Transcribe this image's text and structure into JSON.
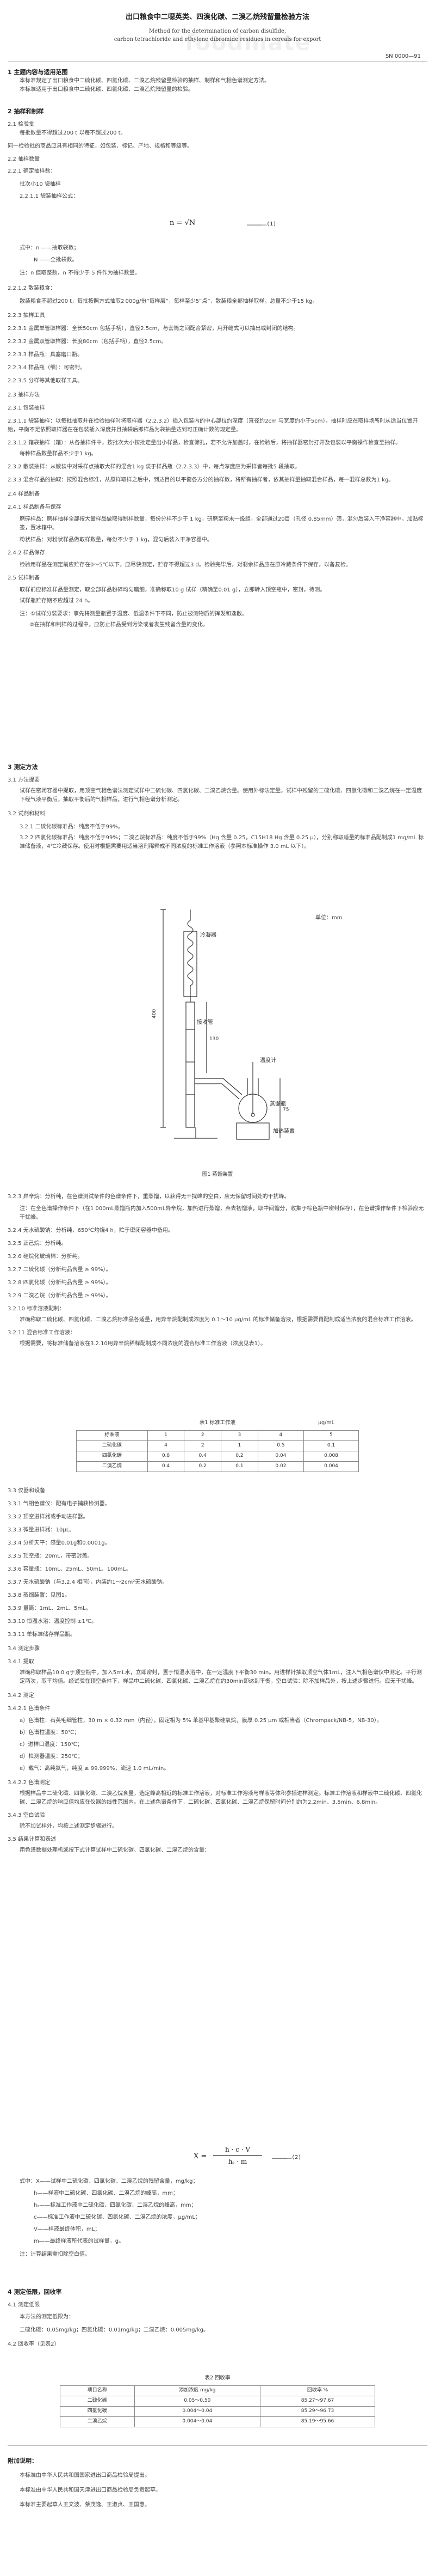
{
  "header": {
    "title_cn": "出口粮食中二噁英类、四溴化碳、二溴乙烷残留量检验方法",
    "title_en": "Method for the determination of carbon disulfide,\ncarbon tetrachloride and ethylene dibromide residues in cereals for export",
    "std_no": "SN 0000—91",
    "watermark": "foodmate"
  },
  "sections": [
    {
      "id": "s1",
      "heading": "1  主题内容与适用范围",
      "lines": [
        "本标准规定了出口粮食中二硫化碳、四氯化碳、二溴乙烷残留量检验的抽样、制样和气相色谱测定方法。",
        "本标准适用于出口粮食中二硫化碳、四氯化碳、二溴乙烷残留量的检验。"
      ]
    },
    {
      "id": "s2",
      "heading": "2  抽样和制样",
      "lines": [
        "2.1  检验批",
        "每批数量不得超过200 t 以每不超过200 t。",
        "同一检验批的商品应具有相同的特征，如包装、标记、产地、规格和等级等。",
        "2.2  抽样数量",
        "2.2.1  确定抽样数：",
        "批次小10 袋抽样",
        "2.2.1.1  袋装抽样公式："
      ]
    }
  ],
  "formula1": {
    "text": "n = √N",
    "num": "………………(1)"
  },
  "formula1_vars": [
    "式中：n ——抽取袋数；",
    "N ——全批袋数。",
    "注：n 值取整数，n 不得少于 5 件作为抽样数量。",
    "2.2.1.2  散装粮食：",
    "散装粮食不超过200 t，每批按照方式抽取2 000g/份“每样层”，每样至少5“点”，散装粮全部抽样取样，总量不少于15 kg。",
    "2.2.3  抽样工具",
    "2.2.3.1  金属单管取样器：全长50cm 包括手柄），直径2.5cm，与套筒之间配合紧密，用开缝式可以抽出或封闭的结构。",
    "2.2.3.2  金属双管取样器：长度80cm（包括手柄），直径2.5cm。",
    "2.2.3.3  样品瓶：具塞磨口瓶。",
    "2.2.3.4  样品瓶（细）：可密封。",
    "2.2.3.5  分样等其他取样工具。",
    "2.3  抽样方法",
    "2.3.1  包装抽样",
    "2.3.1.1  袋装抽样：以每批抽取并在检验抽样时将取样器（2.2.3.2）插入包装内的中心部位约深度（直径约2cm 与宽度约小于5cm），抽样时应在取样场所时从适当位置开始，平衡不足依照取样器在在包装插入深度并且抽袋后即样品为袋抽量达到可正确计数的规定量。",
    "2.3.1.2  箱袋抽样（箱）：从各抽样件中，按批次大小按批定量出小样品，检查筛孔，若不允许加盖时，在检验后，将抽样器密封打开及包装以平衡操作检查至抽样。",
    "每种样品数量样品不少于1 kg。",
    "2.3.2  散装抽样：从散装中对采样点抽取大样的混合1 kg 装于样品瓶（2.2.3.3）中，每点深度应为采样者每批5 段抽取。",
    "2.3.3  混合样品的抽取：按照混合标准，从原样取样之后中，到达目的以平衡各方分的抽样数，将所有抽样者，依其抽样量抽取混合样品，每一混样总数为1 kg。",
    "2.4  样品制备",
    "2.4.1  样品制备与保存",
    "磨碎样品：磨样抽样全部按大量样品做取得制样数量，每份分样不少于 1 kg，研磨至粉末一级组，全部通过20目（孔径 0.85mm）筛，混匀后装入干净容器中，加贴标签，置冰箱中。",
    "粉状样品：对粉状样品做取样数量，每份不少于 1 kg，混匀后装入干净容器中。",
    "2.4.2  样品保存",
    "检验用样品在测定前应贮存在0～5℃以下，应尽快测定，贮存不得超过3 d。检验完毕后，对剩余样品应在原冷藏条件下保存，以备复检。",
    "2.5  试样制备",
    "取样前应标准样品量测定，取全部样品粉碎均匀磨细，准确称取10 g 试样（精确至0.01 g），立即转入顶空瓶中，密封，待测。",
    "试样瓶贮存期不应超过 24 h。",
    "注：①试样分装要求：事先将测量瓶置于温度、低温条件下不同，防止被测物质的挥发和逸散。",
    "②在抽样和制样的过程中，应防止样品受到污染或者发生残留含量的变化。"
  ],
  "s3": {
    "heading": "3  测定方法",
    "lines": [
      "3.1  方法提要",
      "试样在密闭容器中提取，用顶空气相色谱法测定试样中二硫化碳、四氯化碳、二溴乙烷含量。使用外标法定量。试样中残留的二硫化碳、四氯化碳和二溴乙烷在一定温度下经气液平衡后，抽取平衡后的气相样品，进行气相色谱分析测定。",
      "3.2  试剂和材料",
      "3.2.1  二硫化碳标准品：纯度不低于99%。",
      "3.2.2  四氯化碳标准品：纯度不低于99%；二溴乙烷标准品：纯度不低于99%（Hg 含量 0.25，C15H18 Hg 含量 0.25 μ），分别称取适量的标准品配制成1 mg/mL 标准储备液，4℃冷藏保存。使用时根据需要用适当溶剂稀释成不同浓度的标准工作溶液（参照本标准操作 3.0 mL 以下）。"
    ]
  },
  "figure1": {
    "unit": "单位：mm",
    "labels": [
      "冷凝器",
      "接收管",
      "蒸馏瓶",
      "温度计",
      "加热装置"
    ],
    "caption": "图1  蒸馏装置",
    "dims": [
      "400",
      "130",
      "75"
    ]
  },
  "s3b_lines": [
    "3.2.3  异辛烷：分析纯，在色谱测试条件的色谱条件下，重蒸馏，以获得无干扰峰的空白，应无保留时间处的干扰峰。",
    "注：在全色谱操作条件下（在1 000mL蒸馏瓶内加入500mL异辛烷，加热进行蒸馏，弃去初馏液，取中间馏分，收集于棕色瓶中密封保存），在色谱操作条件下检验应无干扰峰。",
    "3.2.4  无水硫酸钠：分析纯，650℃灼烧4 h，贮于密闭容器中备用。",
    "3.2.5  正己烷：分析纯。",
    "3.2.6  硅烷化玻璃棉：分析纯。",
    "3.2.7  二硫化碳（分析纯品含量 ≥ 99%）。",
    "3.2.8  四氯化碳（分析纯品含量 ≥ 99%）。",
    "3.2.9  二溴乙烷（分析纯品含量 ≥ 99%）。",
    "3.2.10  标准溶液配制：",
    "准确称取二硫化碳、四氯化碳、二溴乙烷标准品各适量，用异辛烷配制成浓度为 0.1～10 μg/mL 的标准储备溶液，根据需要再配制成适当浓度的混合标准工作溶液。",
    "3.2.11  混合标准工作溶液：",
    "根据需要，将标准储备溶液在3.2.10用异辛烷稀释配制成不同浓度的混合标准工作溶液（浓度见表1）。"
  ],
  "table1": {
    "title": "表1  标准工作液",
    "unit": "μg/mL",
    "header": [
      "标准液",
      "1",
      "2",
      "3",
      "4",
      "5"
    ],
    "rows": [
      [
        "二硫化碳",
        "4",
        "2",
        "1",
        "0.5",
        "0.1"
      ],
      [
        "四氯化碳",
        "0.8",
        "0.4",
        "0.2",
        "0.04",
        "0.008"
      ],
      [
        "二溴乙烷",
        "0.4",
        "0.2",
        "0.1",
        "0.02",
        "0.004"
      ]
    ]
  },
  "s3c_lines": [
    "3.3  仪器和设备",
    "3.3.1  气相色谱仪：配有电子捕获检测器。",
    "3.3.2  顶空进样器或手动进样器。",
    "3.3.3  微量进样器：10μL。",
    "3.3.4  分析天平：感量0.01g和0.0001g。",
    "3.3.5  顶空瓶：20mL，带密封盖。",
    "3.3.6  容量瓶：10mL、25mL、50mL、100mL。",
    "3.3.7  无水硫酸钠（与3.2.4 相同），内装约1～2cm²无水硫酸钠。",
    "3.3.8  蒸馏装置：见图1。",
    "3.3.9  量筒：1mL、2mL、5mL。",
    "3.3.10  恒温水浴：温度控制 ±1℃。",
    "3.3.11  单标准储存样品瓶。",
    "3.4  测定步骤",
    "3.4.1  提取",
    "准确称取样品10.0 g于顶空瓶中，加入5mL水，立即密封，置于恒温水浴中，在一定温度下平衡30 min。用进样针抽取顶空气体1mL，注入气相色谱仪中测定。平行测定两次，取平均值。经试验在顶空条件下，样品中二硫化碳、四氯化碳、二溴乙烷在约30min即达到平衡，空白试验：除不加样品外，按上述步骤进行。应无干扰峰。",
    "3.4.2  测定",
    "3.4.2.1  色谱条件",
    "a）色谱柱：石英毛细管柱，30 m × 0.32 mm（内径），固定相为 5% 苯基甲基聚硅氧烷，膜厚 0.25 μm 或相当者（Chrompack/NB-5，NB-30）。",
    "b）色谱柱温度：50℃；",
    "c）进样口温度：150℃；",
    "d）检测器温度：250℃；",
    "e）载气：高纯氮气，纯度 ≥ 99.999%，流速 1.0 mL/min。",
    "3.4.2.2  色谱测定",
    "根据样品中二硫化碳、四氯化碳、二溴乙烷含量，选定峰高相近的标准工作溶液，对标准工作溶液与样液等体积参插进样测定。标准工作溶液和样液中二硫化碳、四氯化碳、二溴乙烷的响应值均应在仪器的线性范围内。在上述色谱条件下，二硫化碳、四氯化碳、二溴乙烷保留时间分别约为2.2min、3.5min、6.8min。",
    "3.4.3  空白试验",
    "除不加试样外，均按上述测定步骤进行。",
    "3.5  结果计算和表述",
    "用色谱数据处理机或按下式计算试样中二硫化碳、四氯化碳、二溴乙烷的含量："
  ],
  "formula2": {
    "lhs": "X =",
    "num_top": "h · c · V",
    "den": "hₛ · m",
    "no": "………………(2)"
  },
  "formula2_vars": [
    "式中：X——试样中二硫化碳、四氯化碳、二溴乙烷的残留含量，mg/kg；",
    "h——样液中二硫化碳、四氯化碳、二溴乙烷的峰高，mm；",
    "hₛ——标准工作液中二硫化碳、四氯化碳、二溴乙烷的峰高，mm；",
    "c——标准工作液中二硫化碳、四氯化碳、二溴乙烷的浓度，μg/mL；",
    "V——样液最终体积，mL；",
    "m——最终样液所代表的试样量，g。",
    "注：计算结果需扣除空白值。"
  ],
  "s4": {
    "heading": "4  测定低限，回收率",
    "lines": [
      "4.1  测定低限",
      "本方法的测定低限为：",
      "二硫化碳：0.05mg/kg；四氯化碳：0.01mg/kg；二溴乙烷：0.005mg/kg。",
      "4.2  回收率（见表2）"
    ]
  },
  "table2": {
    "title": "表2  回收率",
    "header": [
      "项目名称",
      "添加浓度 mg/kg",
      "回收率 %"
    ],
    "rows": [
      [
        "二硫化碳",
        "0.05～0.50",
        "85.27～97.67"
      ],
      [
        "四氯化碳",
        "0.004～0.04",
        "85.29～96.73"
      ],
      [
        "二溴乙烷",
        "0.004～0.04",
        "85.19～95.66"
      ]
    ]
  },
  "appendix": {
    "heading": "附加说明：",
    "lines": [
      "本标准由中华人民共和国国家进出口商品检验局提出。",
      "本标准由中华人民共和国天津进出口商品检验局负责起草。",
      "本标准主要起草人王文波、蔡茂逸、王淑贞、王国惠。"
    ]
  }
}
